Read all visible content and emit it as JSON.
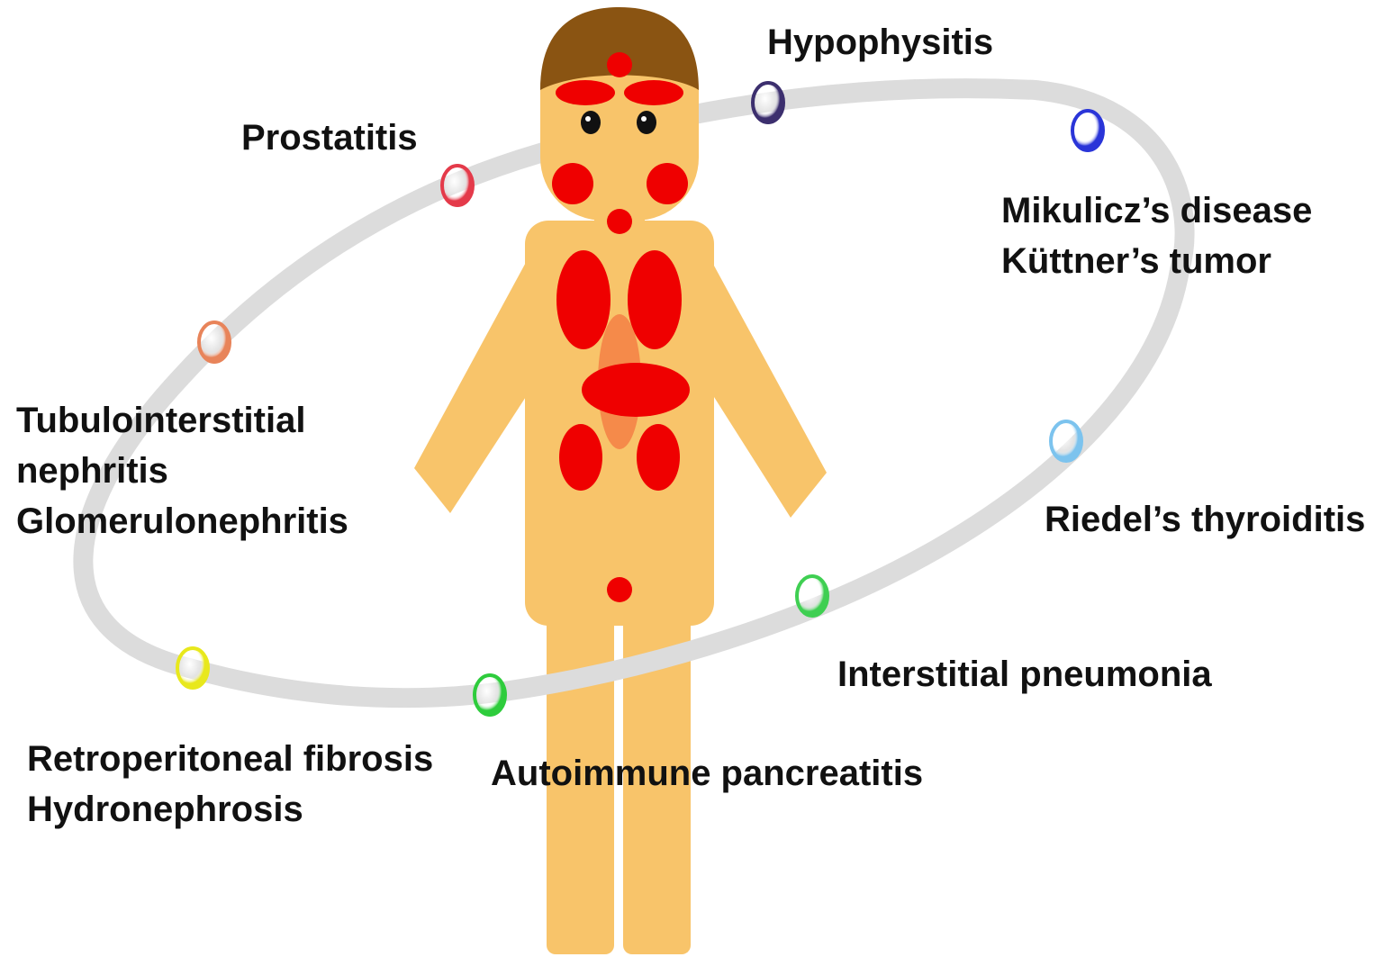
{
  "colors": {
    "background": "#ffffff",
    "ring": "#dcdcdc",
    "skin": "#f8c46a",
    "hair": "#8a5412",
    "lesion": "#ef0000",
    "lesion_soft": "#f58a4a",
    "text": "#111111"
  },
  "labels": {
    "hypophysitis": "Hypophysitis",
    "prostatitis": "Prostatitis",
    "mikulicz": "Mikulicz’s disease",
    "kuttner": "Küttner’s tumor",
    "tubulo_line1": "Tubulointerstitial",
    "tubulo_line2": "nephritis",
    "glomerulo": "Glomerulonephritis",
    "riedel": "Riedel’s thyroiditis",
    "interstitial": "Interstitial pneumonia",
    "retroperitoneal": "Retroperitoneal fibrosis",
    "hydronephrosis": "Hydronephrosis",
    "autoimmune": "Autoimmune pancreatitis"
  },
  "markers": [
    {
      "id": "hypophysitis",
      "color": "#3c2f6e"
    },
    {
      "id": "mikulicz",
      "color": "#2a35d8"
    },
    {
      "id": "riedel",
      "color": "#7cc3ee"
    },
    {
      "id": "interstitial-pneumonia",
      "color": "#3fcf52"
    },
    {
      "id": "autoimmune-pancreatitis",
      "color": "#2ecc3c"
    },
    {
      "id": "retroperitoneal-fibrosis",
      "color": "#e8e81c"
    },
    {
      "id": "tubulointerstitial-nephritis",
      "color": "#e8845a"
    },
    {
      "id": "prostatitis",
      "color": "#e43a4a"
    }
  ]
}
